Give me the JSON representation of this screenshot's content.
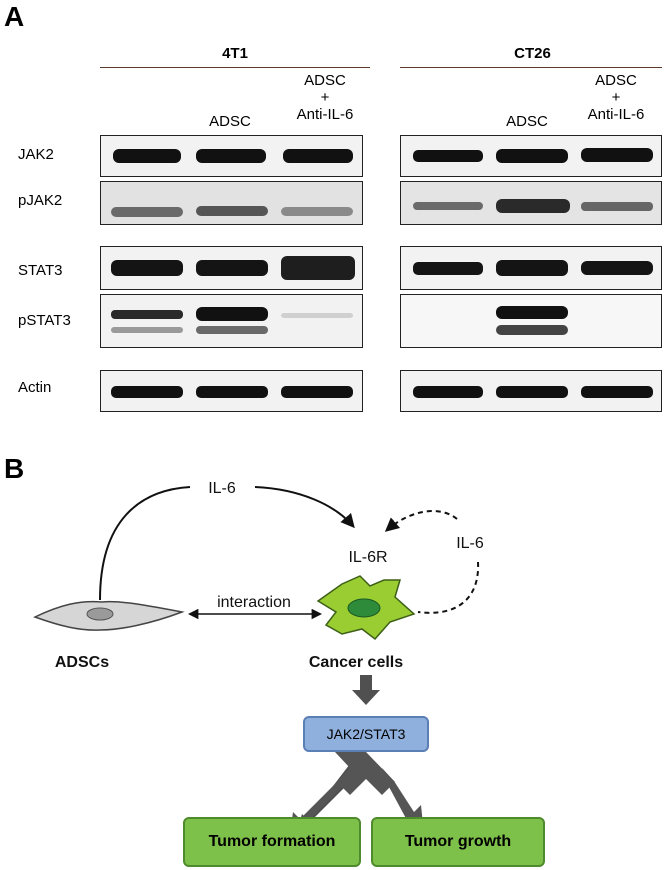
{
  "panel_a": {
    "letter": "A",
    "cell_lines": [
      {
        "name": "4T1",
        "lanes": [
          "",
          "ADSC",
          "ADSC\n+\nAnti-IL-6"
        ]
      },
      {
        "name": "CT26",
        "lanes": [
          "",
          "ADSC",
          "ADSC\n+\nAnti-IL-6"
        ]
      }
    ],
    "rows": [
      "JAK2",
      "pJAK2",
      "STAT3",
      "pSTAT3",
      "Actin"
    ]
  },
  "panel_b": {
    "letter": "B",
    "il6_top": "IL-6",
    "il6r": "IL-6R",
    "il6_right": "IL-6",
    "interaction": "interaction",
    "adscs": "ADSCs",
    "cancer_cells": "Cancer cells",
    "pathway": "JAK2/STAT3",
    "tumor_formation": "Tumor formation",
    "tumor_growth": "Tumor growth",
    "colors": {
      "pathway_fill": "#8fb0dc",
      "pathway_border": "#5a7fb5",
      "outcome_fill": "#7ec14a",
      "outcome_border": "#4f8a2c",
      "cancer_cell_fill": "#9acd32",
      "cancer_nucleus": "#2e8b3a",
      "adsc_fill": "#d6d6d6",
      "arrow_gray": "#505050"
    }
  }
}
